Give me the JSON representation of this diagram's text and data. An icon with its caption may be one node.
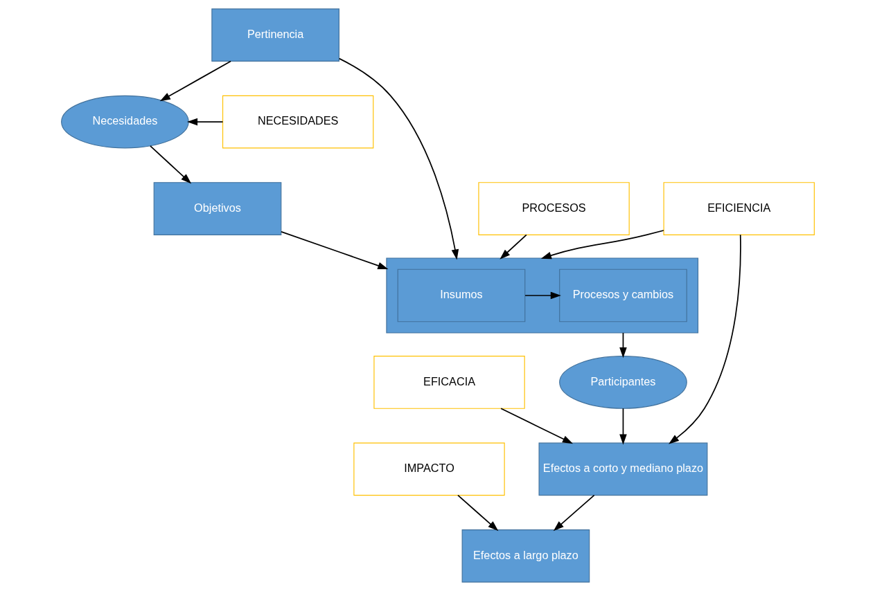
{
  "diagram": {
    "nodes": [
      {
        "text": [
          "Necesidades"
        ]
      },
      {
        "text": [
          "NECESIDADES"
        ]
      },
      {
        "text": [
          "Pertinencia"
        ]
      },
      {
        "text": [
          "Objetivos"
        ]
      },
      {
        "text": [
          "EFICACIA"
        ]
      },
      {
        "text": [
          "IMPACTO"
        ]
      },
      {
        "text": [],
        "shape": "box"
      },
      {
        "text": [
          "Insumos"
        ],
        "in": 6
      },
      {
        "text": [
          "Procesos y cambios"
        ],
        "in": 6
      },
      {
        "text": [
          "Participantes"
        ]
      },
      {
        "text": [
          "Efectos a corto y mediano plazo"
        ]
      },
      {
        "text": [
          "Efectos a largo plazo"
        ]
      },
      {
        "text": [
          "PROCESOS"
        ]
      },
      {
        "text": [
          "EFICIENCIA"
        ]
      }
    ],
    "edges": [
      {
        "from": 1,
        "to": 0,
        "arrow": "to"
      },
      {
        "from": 2,
        "to": 0,
        "arrow": "to"
      },
      {
        "from": 0,
        "to": 3,
        "arrow": "to"
      },
      {
        "from": 2,
        "to": 6,
        "arrow": "to"
      },
      {
        "from": 3,
        "to": 6,
        "arrow": "to"
      },
      {
        "from": 7,
        "to": 8,
        "arrow": "to"
      },
      {
        "from": 6,
        "to": 9,
        "arrow": "to"
      },
      {
        "from": 9,
        "to": 10,
        "arrow": "to"
      },
      {
        "from": 10,
        "to": 11,
        "arrow": "to"
      },
      {
        "from": 4,
        "to": 10,
        "arrow": "to"
      },
      {
        "from": 5,
        "to": 11,
        "arrow": "to"
      },
      {
        "from": 12,
        "to": 6,
        "arrow": "to"
      },
      {
        "from": 13,
        "to": 6,
        "arrow": "to"
      },
      {
        "from": 13,
        "to": 10,
        "arrow": "to"
      }
    ]
  }
}
